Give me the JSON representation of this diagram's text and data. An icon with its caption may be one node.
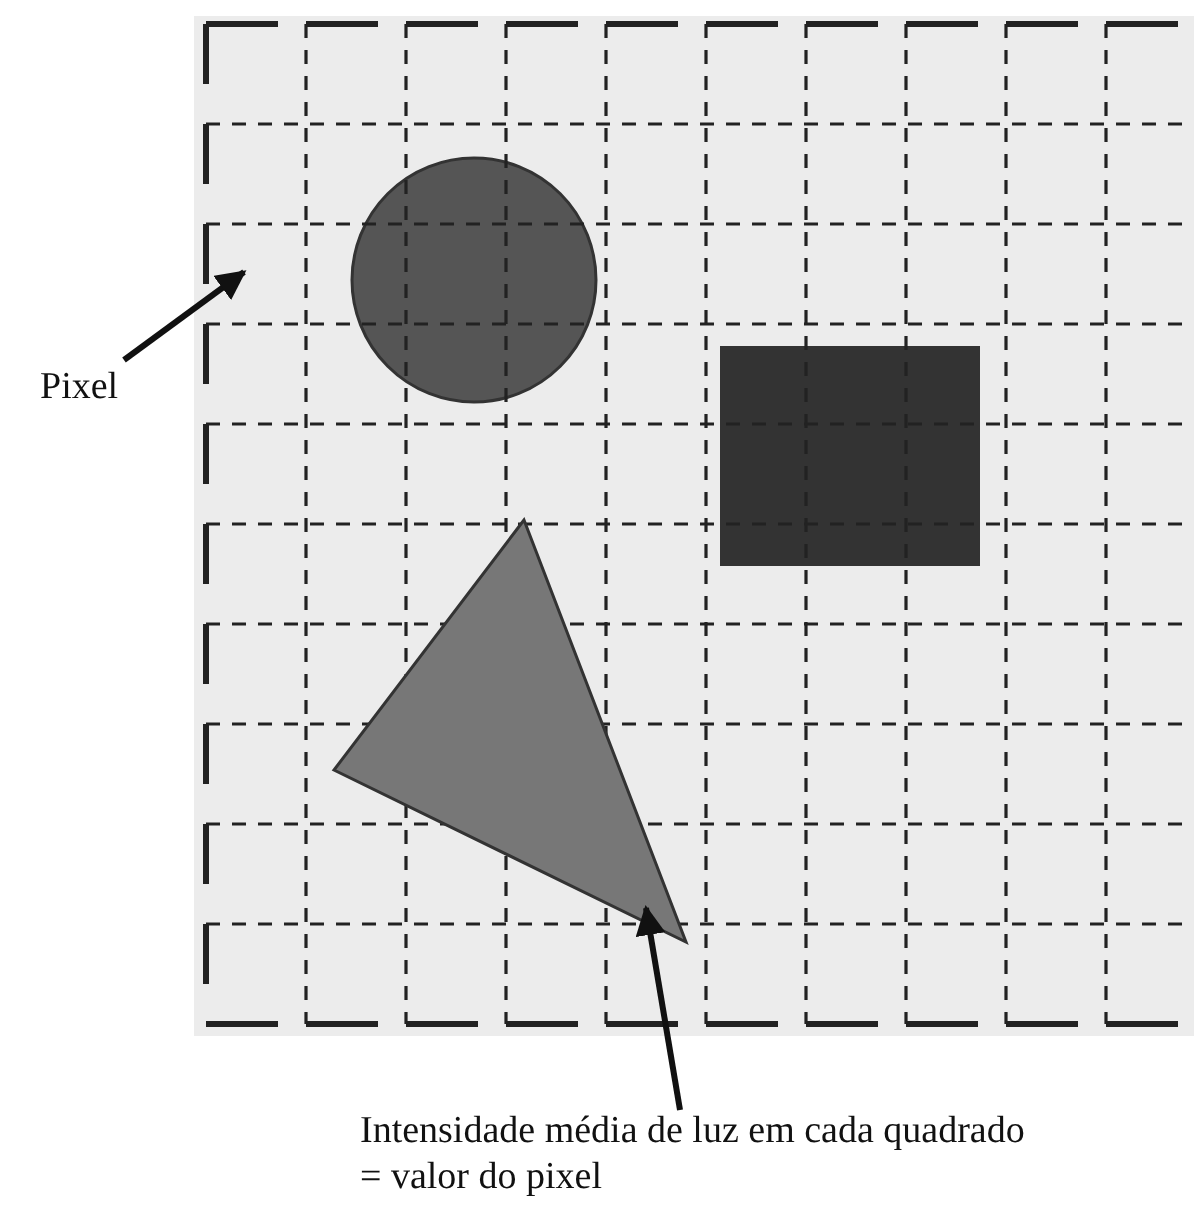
{
  "diagram": {
    "nodes": [
      {
        "text": [
          "Pixel"
        ]
      },
      {
        "text": [
          "Intensidade média de luz em cada quadrado = valor do pixel"
        ]
      },
      {
        "text": [],
        "shape": "triangle"
      }
    ],
    "edges": [
      {
        "from": 0,
        "to": null,
        "arrow": "to"
      },
      {
        "from": 1,
        "to": 2,
        "arrow": "to"
      }
    ]
  }
}
